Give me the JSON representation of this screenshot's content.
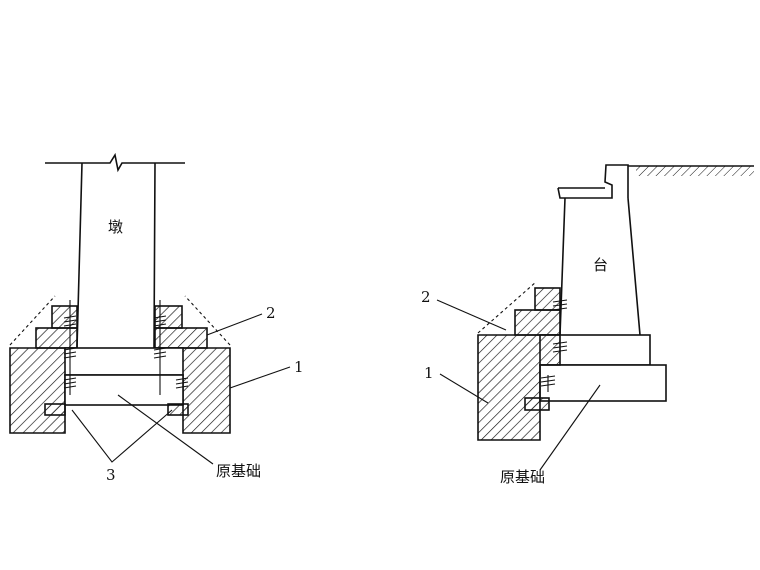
{
  "left_figure": {
    "pier_label": "墩",
    "callout_2": "2",
    "callout_1": "1",
    "callout_3": "3",
    "original_foundation": "原基础"
  },
  "right_figure": {
    "abutment_label": "台",
    "callout_2": "2",
    "callout_1": "1",
    "original_foundation": "原基础"
  }
}
